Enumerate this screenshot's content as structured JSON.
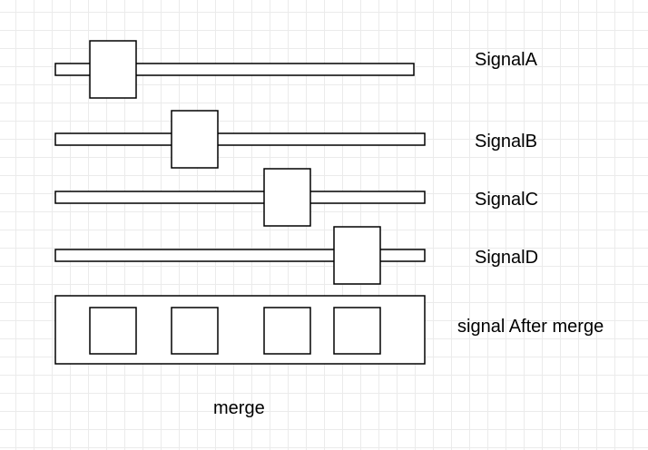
{
  "diagram": {
    "signals": [
      {
        "label": "SignalA"
      },
      {
        "label": "SignalB"
      },
      {
        "label": "SignalC"
      },
      {
        "label": "SignalD"
      }
    ],
    "merged": {
      "label": "signal After merge"
    },
    "caption": "merge",
    "colors": {
      "stroke": "#000000",
      "fill": "#ffffff",
      "grid": "#ebebeb"
    }
  }
}
